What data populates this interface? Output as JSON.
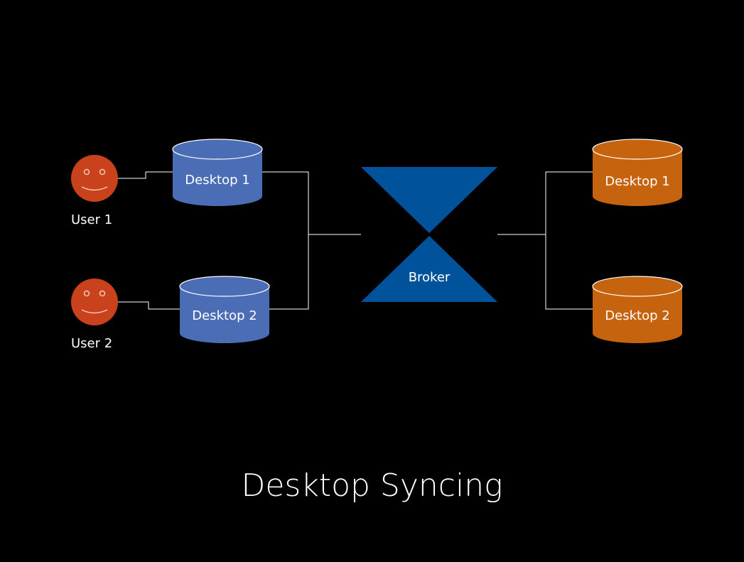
{
  "colors": {
    "background": "#000000",
    "user_face": "#c9421c",
    "left_store": "#4a6db5",
    "broker": "#00539b",
    "right_store": "#c6630e",
    "connector": "#ffffff"
  },
  "users": [
    {
      "label": "User 1",
      "icon": "smiley-face-icon"
    },
    {
      "label": "User 2",
      "icon": "smiley-face-icon"
    }
  ],
  "left_stores": [
    {
      "label": "Desktop 1"
    },
    {
      "label": "Desktop 2"
    }
  ],
  "broker": {
    "label": "Broker",
    "icon": "hourglass-shape"
  },
  "right_stores": [
    {
      "label": "Desktop 1"
    },
    {
      "label": "Desktop 2"
    }
  ],
  "title": "Desktop Syncing"
}
